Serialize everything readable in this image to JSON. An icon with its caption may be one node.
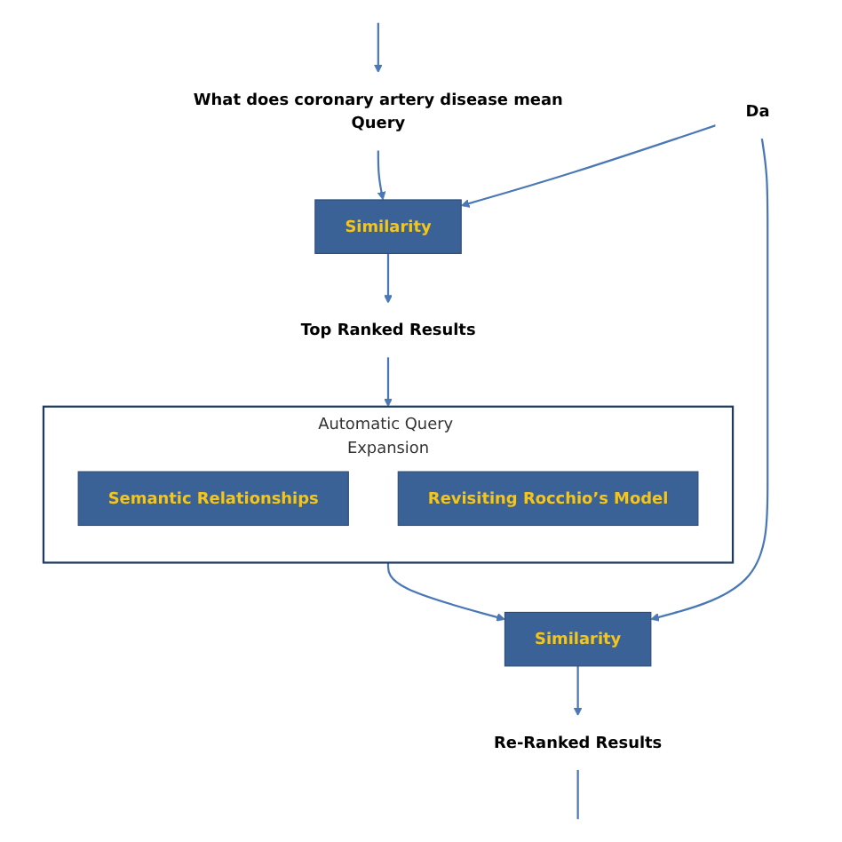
{
  "diagram": {
    "nodes": [
      {
        "text": [
          "Similarity"
        ]
      },
      {
        "text": [
          "Top Ranked Results"
        ]
      },
      {
        "text": [
          "Automatic Query Expansion"
        ]
      },
      {
        "text": [
          "Semantic Relationships"
        ],
        "in": 2
      },
      {
        "text": [
          "Revisiting Rocchio’s Model"
        ],
        "in": 2
      },
      {
        "text": [
          "Similarity"
        ]
      },
      {
        "text": [
          "Re-Ranked Results"
        ]
      },
      {
        "text": [
          "What does coronary artery disease mean",
          "Query"
        ]
      },
      {
        "text": [
          "Da"
        ]
      }
    ],
    "edges": [
      {
        "from": null,
        "to": 7,
        "arrow": "to"
      },
      {
        "from": 7,
        "to": 0,
        "arrow": "to"
      },
      {
        "from": 8,
        "to": 0,
        "arrow": "to"
      },
      {
        "from": 0,
        "to": 1,
        "arrow": "to"
      },
      {
        "from": 1,
        "to": 2,
        "arrow": "to"
      },
      {
        "from": 2,
        "to": 5,
        "arrow": "to"
      },
      {
        "from": 8,
        "to": 5,
        "arrow": "to"
      },
      {
        "from": 5,
        "to": 6,
        "arrow": "to"
      },
      {
        "from": 6,
        "to": null,
        "arrow": "none"
      }
    ]
  }
}
